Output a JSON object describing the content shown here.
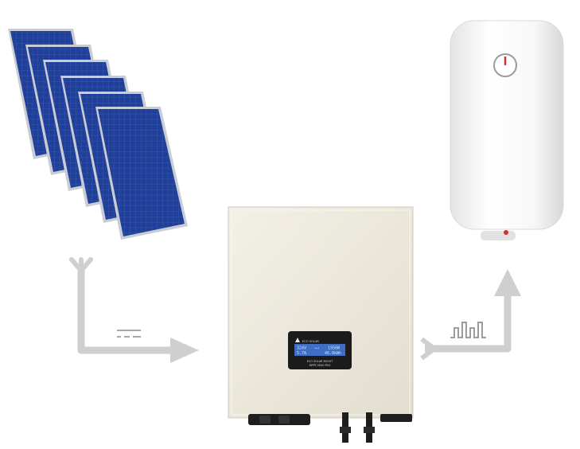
{
  "device": {
    "brand": "ECO SOLAR",
    "label_line1": "ECO SOLAR BOOST",
    "label_line2": "MPPT-3000 PRO"
  },
  "display": {
    "row1_left": "324V",
    "row1_mid": "→→",
    "row1_right": "1950W",
    "row2_left": "5.7A",
    "row2_right": "46.0kWh"
  },
  "symbols": {
    "dc_symbol": "DC",
    "ac_symbol": "AC"
  },
  "colors": {
    "panel_blue": "#1f3f98",
    "panel_frame": "#c8ccd4",
    "arrow_gray": "#cfcfcf",
    "inverter_body": "#ece8dc",
    "lcd_blue": "#3f6fc4",
    "heater_white": "#f4f4f4",
    "dial_red": "#d3322c"
  },
  "icons": [
    "solar-panel-icon",
    "water-heater-icon",
    "inverter-icon",
    "arrow-right-icon",
    "arrow-up-icon"
  ],
  "panel_count": 6
}
